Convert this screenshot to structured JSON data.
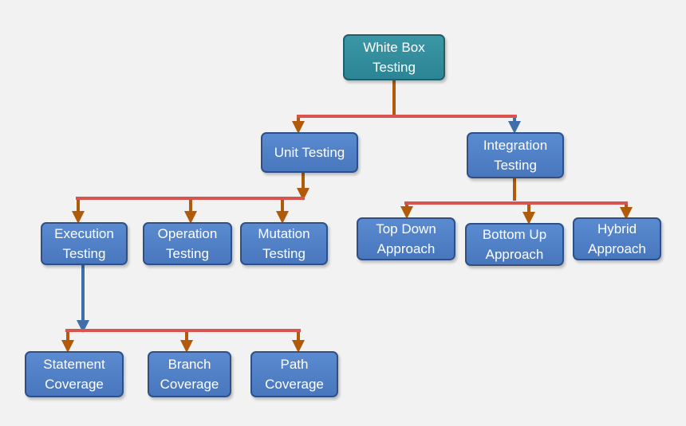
{
  "colors": {
    "background": "#f2f2f2",
    "node_fill": "#4f81c7",
    "root_fill": "#31899a",
    "node_border": "#2f4f85",
    "bar_red": "#d9534f",
    "drop_orange": "#b05a0a",
    "drop_blue": "#3f6ea8",
    "text": "#ffffff"
  },
  "nodes": {
    "white_box": "White Box\nTesting",
    "unit": "Unit Testing",
    "integration": "Integration\nTesting",
    "execution": "Execution\nTesting",
    "operation": "Operation\nTesting",
    "mutation": "Mutation\nTesting",
    "top_down": "Top Down\nApproach",
    "bottom_up": "Bottom Up\nApproach",
    "hybrid": "Hybrid\nApproach",
    "statement": "Statement\nCoverage",
    "branch": "Branch\nCoverage",
    "path": "Path\nCoverage"
  },
  "edges": [
    {
      "from": "white_box",
      "to": "unit"
    },
    {
      "from": "white_box",
      "to": "integration"
    },
    {
      "from": "unit",
      "to": "execution"
    },
    {
      "from": "unit",
      "to": "operation"
    },
    {
      "from": "unit",
      "to": "mutation"
    },
    {
      "from": "integration",
      "to": "top_down"
    },
    {
      "from": "integration",
      "to": "bottom_up"
    },
    {
      "from": "integration",
      "to": "hybrid"
    },
    {
      "from": "execution",
      "to": "statement"
    },
    {
      "from": "execution",
      "to": "branch"
    },
    {
      "from": "execution",
      "to": "path"
    }
  ]
}
